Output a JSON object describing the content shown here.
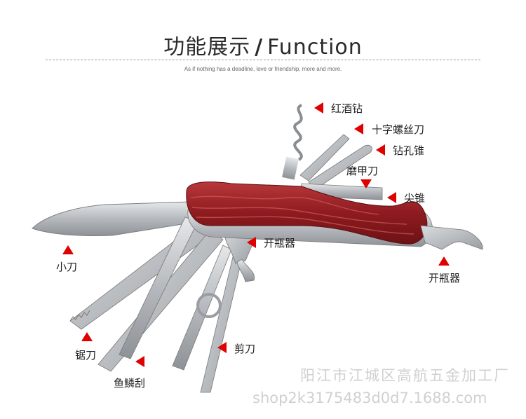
{
  "header": {
    "title_cn": "功能展示",
    "separator": "/",
    "title_en": "Function",
    "subtitle": "As if nothing has a deadline, love or friendship, more and more."
  },
  "labels": {
    "corkscrew": "红酒钻",
    "screwdriver": "十字螺丝刀",
    "reamer": "钻孔锥",
    "file": "磨甲刀",
    "awl": "尖锥",
    "bottle_opener_mid": "开瓶器",
    "small_knife": "小刀",
    "bottle_opener_right": "开瓶器",
    "saw": "锯刀",
    "scissors": "剪刀",
    "fish_scaler": "鱼鳞刮"
  },
  "watermark": {
    "company": "阳江市江城区高航五金加工厂",
    "shop": "shop2k3175483d0d7.1688.com"
  },
  "colors": {
    "pointer": "#e00000",
    "handle": "#9b1f24",
    "steel": "#b8bcc0"
  }
}
